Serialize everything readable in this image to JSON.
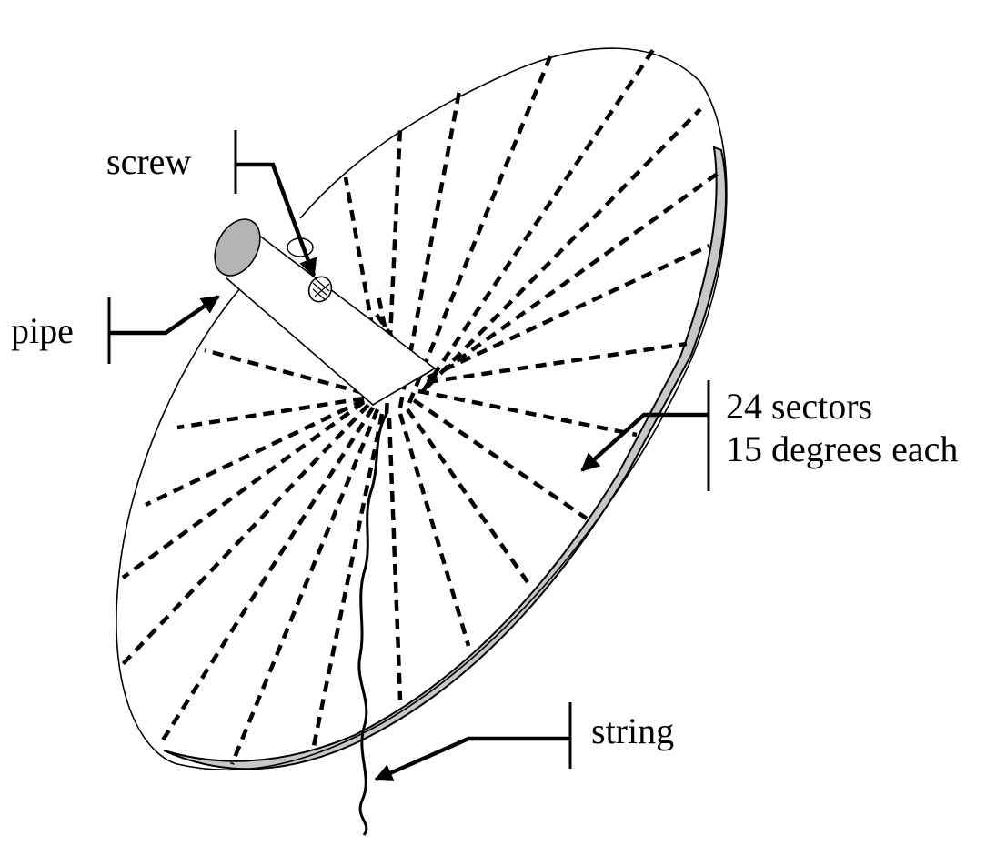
{
  "labels": {
    "screw": "screw",
    "pipe": "pipe",
    "sectors_line1": "24 sectors",
    "sectors_line2": "15 degrees each",
    "string": "string"
  },
  "colors": {
    "ink": "#000000",
    "rim_fill": "#c8c8c8",
    "pipe_end_fill": "#b4b4b4",
    "background": "#ffffff"
  },
  "icons": {
    "leader_arrow": "arrow-icon"
  }
}
